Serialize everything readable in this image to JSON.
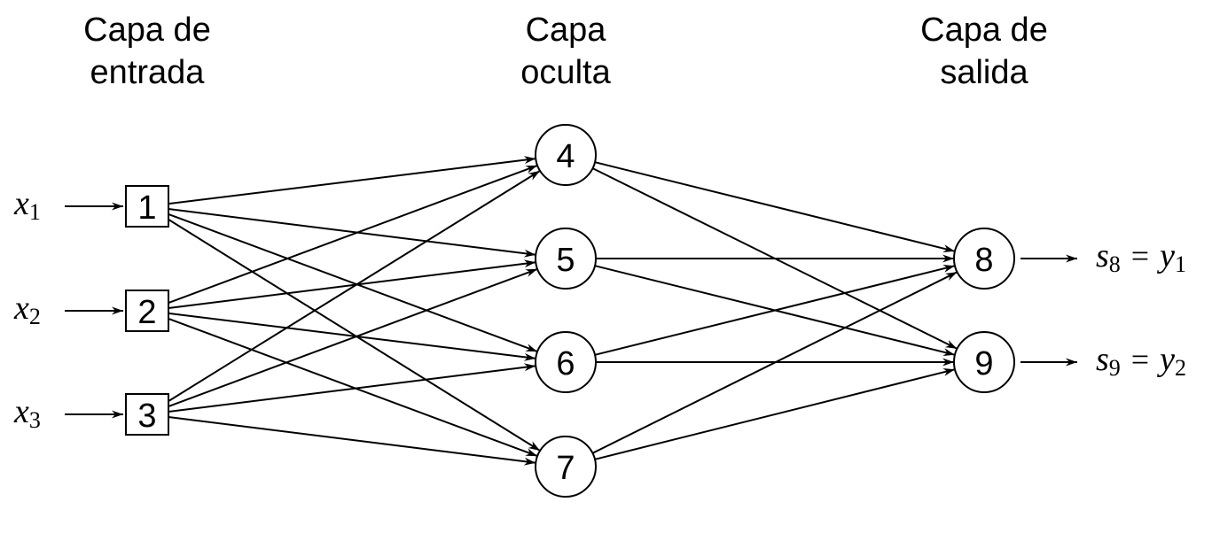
{
  "layers": [
    {
      "id": "input",
      "line1": "Capa de",
      "line2": "entrada"
    },
    {
      "id": "hidden",
      "line1": "Capa",
      "line2": "oculta"
    },
    {
      "id": "output",
      "line1": "Capa de",
      "line2": "salida"
    }
  ],
  "nodes": [
    {
      "id": "1",
      "label": "1",
      "layer": "input",
      "shape": "square"
    },
    {
      "id": "2",
      "label": "2",
      "layer": "input",
      "shape": "square"
    },
    {
      "id": "3",
      "label": "3",
      "layer": "input",
      "shape": "square"
    },
    {
      "id": "4",
      "label": "4",
      "layer": "hidden",
      "shape": "circle"
    },
    {
      "id": "5",
      "label": "5",
      "layer": "hidden",
      "shape": "circle"
    },
    {
      "id": "6",
      "label": "6",
      "layer": "hidden",
      "shape": "circle"
    },
    {
      "id": "7",
      "label": "7",
      "layer": "hidden",
      "shape": "circle"
    },
    {
      "id": "8",
      "label": "8",
      "layer": "output",
      "shape": "circle"
    },
    {
      "id": "9",
      "label": "9",
      "layer": "output",
      "shape": "circle"
    }
  ],
  "inputs": [
    {
      "main": "x",
      "sub": "1",
      "to": "1"
    },
    {
      "main": "x",
      "sub": "2",
      "to": "2"
    },
    {
      "main": "x",
      "sub": "3",
      "to": "3"
    }
  ],
  "outputs": [
    {
      "from": "8",
      "lhs_main": "s",
      "lhs_sub": "8",
      "eq": "=",
      "rhs_main": "y",
      "rhs_sub": "1"
    },
    {
      "from": "9",
      "lhs_main": "s",
      "lhs_sub": "9",
      "eq": "=",
      "rhs_main": "y",
      "rhs_sub": "2"
    }
  ],
  "edges": [
    [
      "1",
      "4"
    ],
    [
      "1",
      "5"
    ],
    [
      "1",
      "6"
    ],
    [
      "1",
      "7"
    ],
    [
      "2",
      "4"
    ],
    [
      "2",
      "5"
    ],
    [
      "2",
      "6"
    ],
    [
      "2",
      "7"
    ],
    [
      "3",
      "4"
    ],
    [
      "3",
      "5"
    ],
    [
      "3",
      "6"
    ],
    [
      "3",
      "7"
    ],
    [
      "4",
      "8"
    ],
    [
      "4",
      "9"
    ],
    [
      "5",
      "8"
    ],
    [
      "5",
      "9"
    ],
    [
      "6",
      "8"
    ],
    [
      "6",
      "9"
    ],
    [
      "7",
      "8"
    ],
    [
      "7",
      "9"
    ]
  ]
}
